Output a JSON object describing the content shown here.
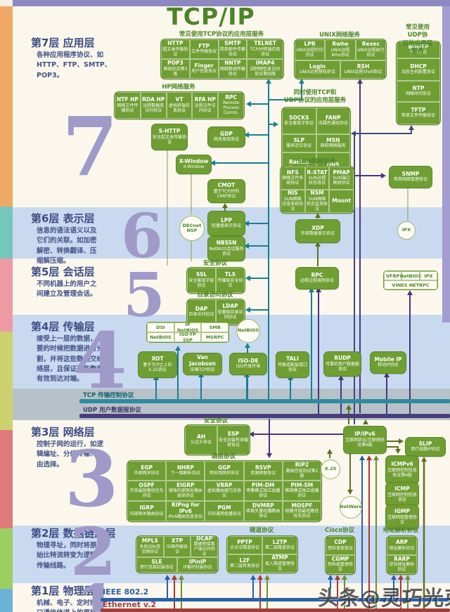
{
  "title": "TCP/IP",
  "watermark": "头条@灵巧光束",
  "layers": [
    {
      "num": "7",
      "title": "第7层  应用层",
      "desc": "各种应用程序协议、如\nHTTP、FTP、SMTP、\nPOP3。"
    },
    {
      "num": "6",
      "title": "第6层  表示层",
      "desc": "信息的语法语义以及\n它们的关联。如加密\n解密、转换翻译、压\n缩解压缩。"
    },
    {
      "num": "5",
      "title": "第5层  会话层",
      "desc": "不同机器上的用户之\n间建立及管理会话。"
    },
    {
      "num": "4",
      "title": "第4层  传输层",
      "desc": "接受上一层的数据，在必\n要的时候把数据进行分\n割，并将这些数据交给网\n络层，且保证这些数据段\n有效到达对端。"
    },
    {
      "num": "3",
      "title": "第3层  网络层",
      "desc": "控制子网的运行，如逻\n辑编址、分组传输、路\n由选择。"
    },
    {
      "num": "2",
      "title": "第2层  数据链路层",
      "desc": "物理寻址，同时将原\n始比特流转变为逻辑\n传输线路。"
    },
    {
      "num": "1",
      "title": "第1层  物理层",
      "desc": "机械、电子、定时接\n口通信信道上的原始"
    }
  ],
  "headings": {
    "tcp": "常见使用TCP协议的应用层服务",
    "unix": "UNIX网络服务",
    "udp": "常见使用UDP协\n议的应用层服务",
    "hp": "HP网络服务",
    "tcpudp": "同时使用TCP和\nUDP协议的应用层服务",
    "sun": "SUN网络服务",
    "sec5": "安全协议",
    "dir": "目录访问协议",
    "sec3": "安全协议",
    "routing": "路由协议",
    "tunnel": "隧道协议",
    "cisco": "Cisco协议",
    "arp": "地址解析协议"
  },
  "bars": {
    "tcp": "TCP 传输控制协议",
    "udp": "UDP 用户数据报协议",
    "ieee": "IEEE 802.2",
    "eth": "Ethernet v.2"
  },
  "nodes": {
    "http": {
      "t": "HTTP",
      "s": "超文本传输协议"
    },
    "ftp": {
      "t": "FTP",
      "s": "文件传输协议"
    },
    "smtp": {
      "t": "SMTP",
      "s": "简单邮件传输协议"
    },
    "telnet": {
      "t": "TELNET",
      "s": "TCP/IP终端仿真协议"
    },
    "pop3": {
      "t": "POP3",
      "s": "邮局协议第3版"
    },
    "finger": {
      "t": "Finger",
      "s": "用户信息协议"
    },
    "nntp": {
      "t": "NNTP",
      "s": "网络新闻传输协议"
    },
    "imap4": {
      "t": "IMAP4",
      "s": "因特网信息访问协议第四版"
    },
    "lpr": {
      "t": "LPR",
      "s": "UNIX远程打印协议"
    },
    "rwho": {
      "t": "Rwho",
      "s": "UNIX远程Who协议"
    },
    "rexec": {
      "t": "Rexec",
      "s": "UNIX远程执行协议"
    },
    "login": {
      "t": "Login",
      "s": "UNIX远程登陆协议"
    },
    "rsh": {
      "t": "RSH",
      "s": "UNIX远程Shell协议"
    },
    "bootp": {
      "t": "BOOTP",
      "s": "引导协议"
    },
    "dhcp": {
      "t": "DHCP",
      "s": "动态主机配置协议"
    },
    "ntp": {
      "t": "NTP",
      "s": "网络时间协议"
    },
    "tftp": {
      "t": "TFTP",
      "s": "简单文件传输协议"
    },
    "ntf": {
      "t": "NTF HP",
      "s": "网络文件传输协议"
    },
    "rda": {
      "t": "RDA HP",
      "s": "远程数据库访问协议"
    },
    "vt": {
      "t": "VT",
      "s": "虚拟终端仿真协议"
    },
    "rfa": {
      "t": "RFA HP",
      "s": "远程文件访问协议"
    },
    "rpchp": {
      "t": "RPC",
      "s": "Remote Process Comm."
    },
    "socks": {
      "t": "SOCKS",
      "s": "安全套接字协议"
    },
    "fanp": {
      "t": "FANP",
      "s": "流属性通知协议"
    },
    "slp": {
      "t": "SLP",
      "s": "服务定位协议"
    },
    "msn": {
      "t": "MSN",
      "s": "微软网络服务"
    },
    "radius": {
      "t": "Radius",
      "s": "远程用户拨号认证服务协议"
    },
    "dns": {
      "t": "DNS",
      "s": "域名系统"
    },
    "nfs": {
      "t": "NFS",
      "s": "网络文件系统协议"
    },
    "rstat": {
      "t": "R-STAT",
      "s": "SUN远程状态协议"
    },
    "pmap": {
      "t": "PMAP",
      "s": "SUN端口映射协议"
    },
    "nis": {
      "t": "NIS",
      "s": "SUN网络信息系统协议"
    },
    "nsm": {
      "t": "NSM",
      "s": "SUN网络状态监测协议"
    },
    "mount": {
      "t": "Mount",
      "s": ""
    },
    "shttp": {
      "t": "S-HTTP",
      "s": "安全超文本传输协议"
    },
    "gdp": {
      "t": "GDP",
      "s": "网关发现协议"
    },
    "xwin": {
      "t": "X-Window",
      "s": "X-Window"
    },
    "cmot": {
      "t": "CMOT",
      "s": "基于TCP/IP的CMIP协议"
    },
    "lpp": {
      "t": "LPP",
      "s": "轻量级表示协议"
    },
    "nbssn": {
      "t": "NBSSN",
      "s": "NetBIOS会话服务协议"
    },
    "snmp": {
      "t": "SNMP",
      "s": "简单网络管理协议"
    },
    "ssl": {
      "t": "SSL",
      "s": "安全套接字层协议"
    },
    "tls": {
      "t": "TLS",
      "s": "传输层安全协议"
    },
    "dap": {
      "t": "DAP",
      "s": "目录访问协议"
    },
    "ldap": {
      "t": "LDAP",
      "s": "轻量级目录访问协议"
    },
    "rpc2": {
      "t": "RPC",
      "s": "远程过程调用协议"
    },
    "xdp": {
      "t": "XDP",
      "s": "外部数据表示协议"
    },
    "dsi": {
      "t": "DSI"
    },
    "ipnb": {
      "t": "IP NetBIOS"
    },
    "smb": {
      "t": "SMB"
    },
    "nb2": {
      "t": "NetBIOS"
    },
    "isotp": {
      "t": "ISO-TP SSP"
    },
    "msrpc": {
      "t": "MSRPC"
    },
    "vfrp": {
      "t": "VFRP"
    },
    "nb3": {
      "t": "NetBIOS"
    },
    "ipx2": {
      "t": "IPX"
    },
    "vines": {
      "t": "VINES NETRPC"
    },
    "xot": {
      "t": "XOT",
      "s": "基于TCP之上的X.25协议"
    },
    "vanj": {
      "t": "Van Jacobson",
      "s": "压缩TCP协议"
    },
    "isode": {
      "t": "ISO-DE",
      "s": "ISO开发环境"
    },
    "tali": {
      "t": "TALI",
      "s": "传输适配层接口协议"
    },
    "rudp": {
      "t": "RUDP",
      "s": "可靠的用户数据报协议"
    },
    "mobileip": {
      "t": "Mobile IP",
      "s": "移动IP协议"
    },
    "ah": {
      "t": "AH",
      "s": "认证头协议"
    },
    "esp": {
      "t": "ESP",
      "s": "安全封装有效载荷协议"
    },
    "egp": {
      "t": "EGP",
      "s": "外部网关协议"
    },
    "nhrp": {
      "t": "NHRP",
      "s": "下一跳解析协议"
    },
    "ggp": {
      "t": "GGP",
      "s": "网关到网关协议"
    },
    "rsvp": {
      "t": "RSVP",
      "s": "资源预留协议"
    },
    "rip2": {
      "t": "RIP2",
      "s": "路由信息协议第2版"
    },
    "ospf": {
      "t": "OSPF",
      "s": "开放最短路径优先协议"
    },
    "eigrp": {
      "t": "EIGRP",
      "s": "增强内部网关路由选择协议"
    },
    "vrrp": {
      "t": "VRRP",
      "s": "虚拟路由器冗余协议"
    },
    "pimdm": {
      "t": "PIM-DM",
      "s": "密集模式独立组播协议"
    },
    "pimsm": {
      "t": "PIM-SM",
      "s": "稀疏模式独立组播协议"
    },
    "igrp": {
      "t": "IGRP",
      "s": "内部网关路由协议"
    },
    "ripng": {
      "t": "RIPng for IPv6",
      "s": "IPv6路由信息协议"
    },
    "pgm": {
      "t": "PGM",
      "s": "实际通用组播协议"
    },
    "dvmrp": {
      "t": "DVMRP",
      "s": "距离矢量组播路由协议"
    },
    "mospf": {
      "t": "MOSPF",
      "s": "组播开放最短路径优先协议"
    },
    "ipipv6": {
      "t": "IP/IPv6",
      "s": "互联网协议/互联网协议第6版"
    },
    "slip": {
      "t": "SLIP",
      "s": "串行线路IP协议"
    },
    "icmpv6": {
      "t": "ICMPv6",
      "s": "互联网控制信息协议第6版"
    },
    "icmp": {
      "t": "ICMP",
      "s": "互联网控制信息协议"
    },
    "igmp": {
      "t": "IGMP",
      "s": "互联网组管理协议"
    },
    "mpls": {
      "t": "MPLS",
      "s": "多协议标签交换协议"
    },
    "xtp": {
      "t": "XTP",
      "s": "压缩传输协议"
    },
    "dcap": {
      "t": "DCAP",
      "s": "数据转接客户端访问协议"
    },
    "sle": {
      "t": "SLE",
      "s": "串行连接封装协议"
    },
    "ipinip": {
      "t": "IPinIP",
      "s": "IP套IP封装协议"
    },
    "pptp": {
      "t": "PPTP",
      "s": "点对点隧道协议"
    },
    "l2tp": {
      "t": "L2TP",
      "s": "第二层隧道协议"
    },
    "l2f": {
      "t": "L2F",
      "s": "第二层转发协议"
    },
    "atmp": {
      "t": "ATMP",
      "s": "接入隧道管理协议"
    },
    "cdp": {
      "t": "CDP",
      "s": "思科发现协议"
    },
    "cgmp": {
      "t": "CGMP",
      "s": "思科组管理协议"
    },
    "arp": {
      "t": "ARP",
      "s": "地址解析协议"
    },
    "rarp": {
      "t": "RARP",
      "s": "逆向地址解析协议"
    },
    "decnet": {
      "t": "DECnet\nNSP"
    },
    "nbc": {
      "t": "NetBIOS"
    },
    "x25c": {
      "t": "X.25"
    },
    "netwarec": {
      "t": "NetWare"
    },
    "ipxc": {
      "t": "IPX"
    }
  },
  "colors": {
    "box_green": "#6f9e33",
    "accent_green": "#4c8527",
    "teal": "#17808f",
    "purple": "#4a3480",
    "olive": "#5f7020",
    "blue": "#2a5fa8",
    "red": "#a83a30",
    "light_blue_band": "#c9daf0",
    "cream_band": "#fbf7ec",
    "gray_band": "#b6c2c8",
    "numeral": "#a09ac9"
  }
}
